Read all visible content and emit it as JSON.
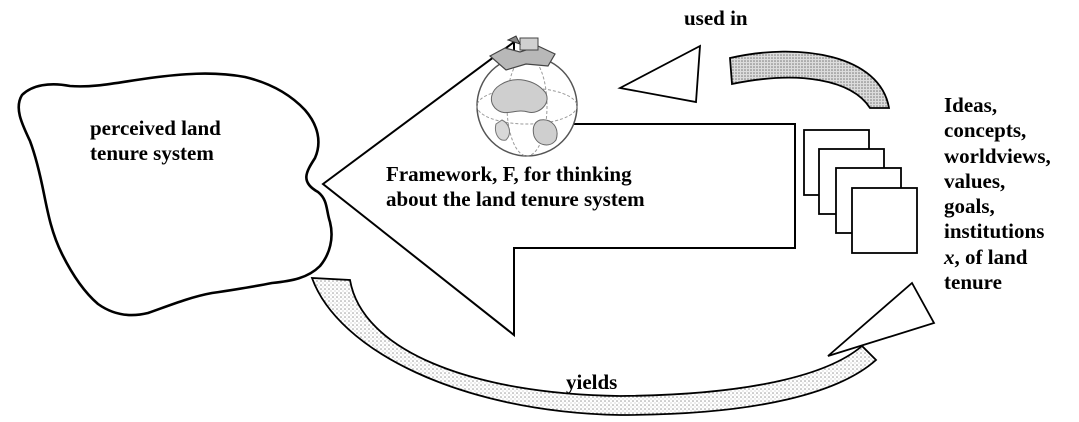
{
  "diagram": {
    "perceived_system": [
      "perceived land",
      "tenure system"
    ],
    "framework": [
      "Framework, F, for thinking",
      "about the land tenure system"
    ],
    "used_in": "used in",
    "yields": "yields",
    "ideas_list": [
      "Ideas,",
      "concepts,",
      "worldviews,",
      "values,",
      "goals,",
      "institutions",
      "x, of land",
      "tenure"
    ],
    "icons": {
      "globe": "globe-icon",
      "stacked_pages": "stacked-pages-icon"
    }
  }
}
